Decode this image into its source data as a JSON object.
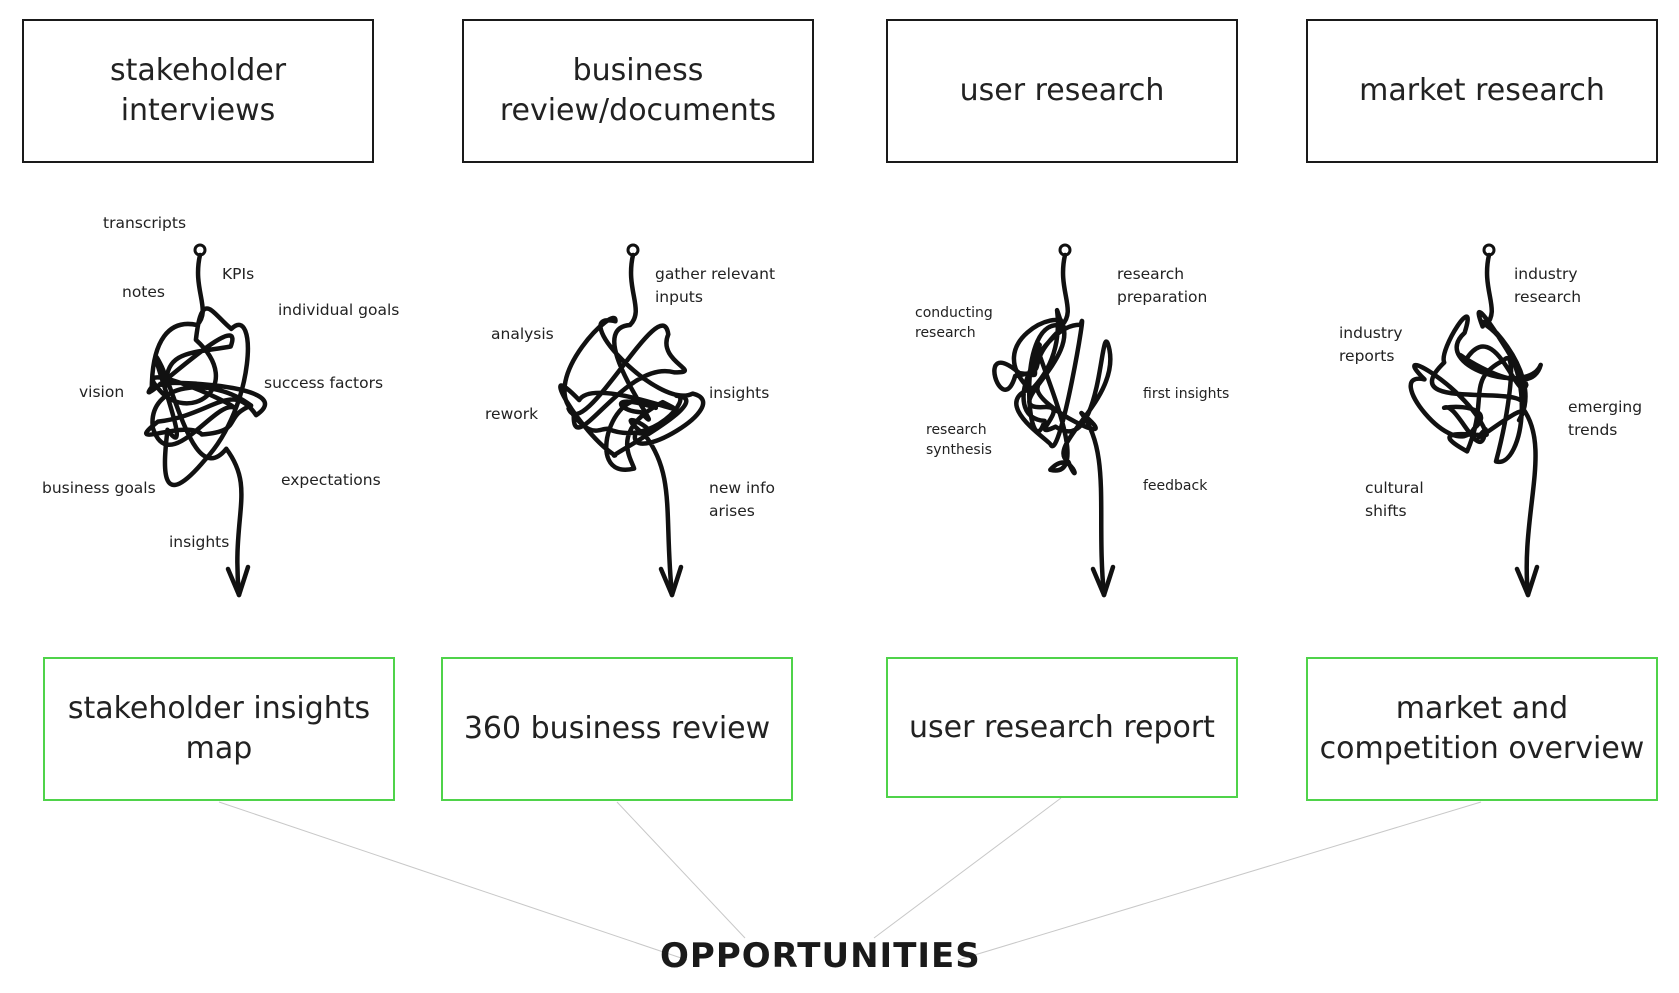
{
  "sources": [
    {
      "label": "stakeholder interviews"
    },
    {
      "label": "business review/documents"
    },
    {
      "label": "user research"
    },
    {
      "label": "market research"
    }
  ],
  "scribbles": [
    {
      "labels": [
        "transcripts",
        "notes",
        "KPIs",
        "individual goals",
        "vision",
        "success factors",
        "business goals",
        "expectations",
        "insights"
      ]
    },
    {
      "labels": [
        "gather relevant inputs",
        "analysis",
        "insights",
        "rework",
        "new info arises"
      ]
    },
    {
      "labels": [
        "research preparation",
        "conducting research",
        "first insights",
        "research synthesis",
        "feedback"
      ]
    },
    {
      "labels": [
        "industry research",
        "industry reports",
        "emerging trends",
        "cultural shifts"
      ]
    }
  ],
  "outputs": [
    {
      "label": "stakeholder insights map"
    },
    {
      "label": "360 business review"
    },
    {
      "label": "user research report"
    },
    {
      "label": "market and competition overview"
    }
  ],
  "result": {
    "label": "OPPORTUNITIES"
  },
  "colors": {
    "source_border": "#1a1a1a",
    "output_border": "#4fd34a",
    "connector": "#c8c8c8",
    "scribble": "#111111"
  }
}
